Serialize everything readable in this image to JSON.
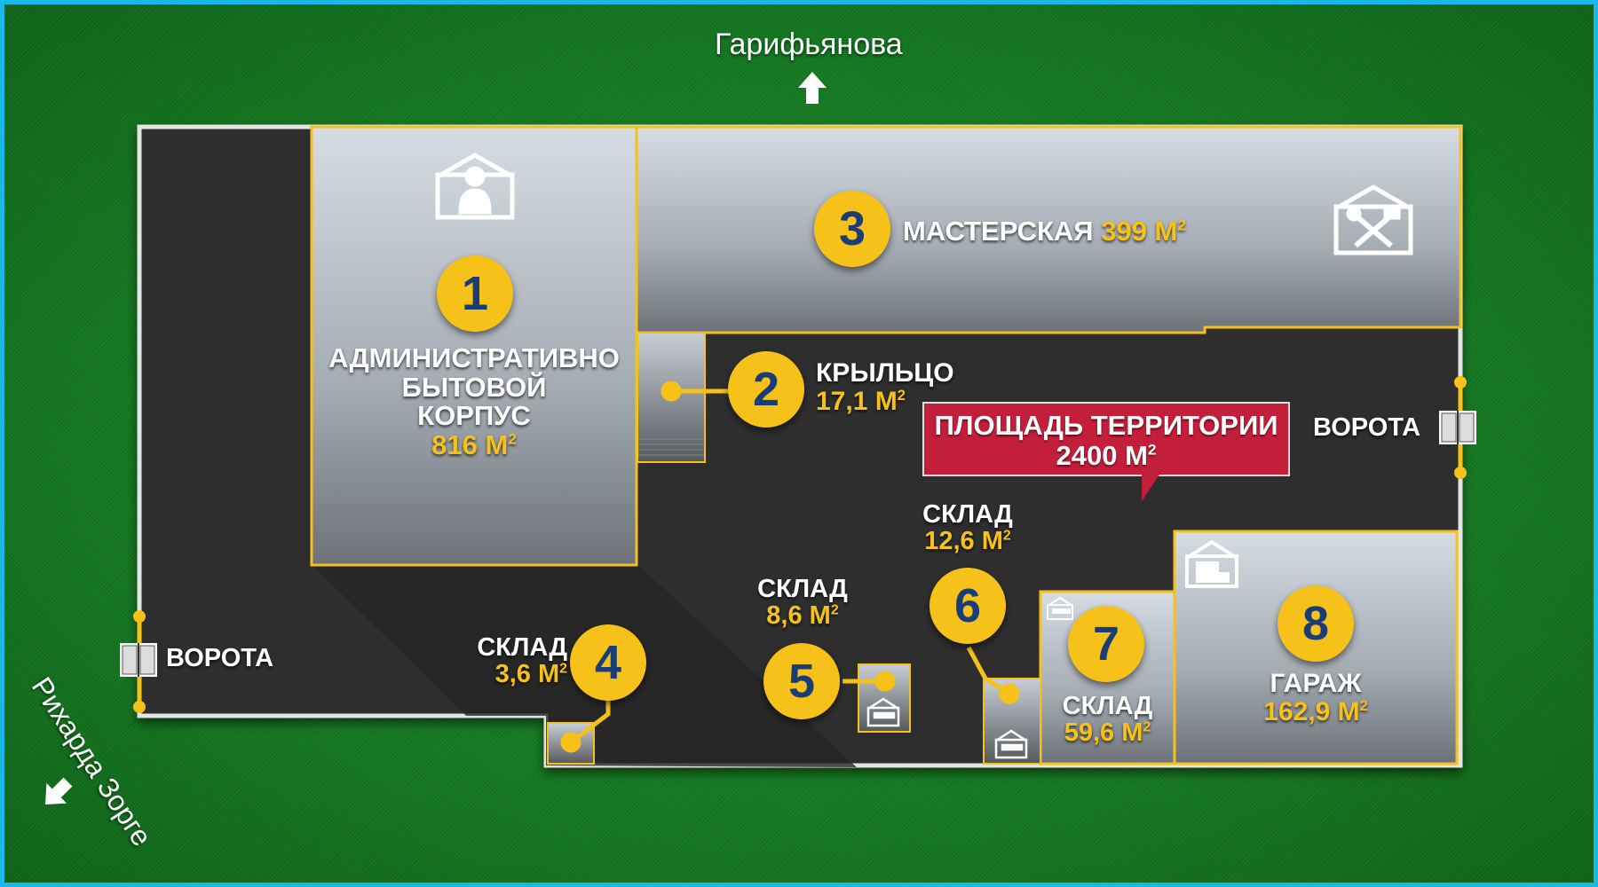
{
  "streets": {
    "top": "Гарифьянова",
    "bottom_left": "Рихарда Зорге"
  },
  "territory": {
    "title": "ПЛОЩАДЬ ТЕРРИТОРИИ",
    "area": "2400 М",
    "area_sup": "2"
  },
  "gates": {
    "left": "ВОРОТА",
    "right": "ВОРОТА"
  },
  "buildings": [
    {
      "number": "1",
      "name_lines": [
        "АДМИНИСТРАТИВНО",
        "БЫТОВОЙ",
        "КОРПУС"
      ],
      "area": "816 М",
      "area_sup": "2",
      "icon": "office-person-icon"
    },
    {
      "number": "2",
      "name_lines": [
        "КРЫЛЬЦО"
      ],
      "area": "17,1 М",
      "area_sup": "2"
    },
    {
      "number": "3",
      "name_lines": [
        "МАСТЕРСКАЯ"
      ],
      "area": "399 М",
      "area_sup": "2",
      "icon": "workshop-tools-icon"
    },
    {
      "number": "4",
      "name_lines": [
        "СКЛАД"
      ],
      "area": "3,6 М",
      "area_sup": "2"
    },
    {
      "number": "5",
      "name_lines": [
        "СКЛАД"
      ],
      "area": "8,6 М",
      "area_sup": "2",
      "icon": "warehouse-icon"
    },
    {
      "number": "6",
      "name_lines": [
        "СКЛАД"
      ],
      "area": "12,6 М",
      "area_sup": "2",
      "icon": "warehouse-icon"
    },
    {
      "number": "7",
      "name_lines": [
        "СКЛАД"
      ],
      "area": "59,6 М",
      "area_sup": "2",
      "icon": "warehouse-icon"
    },
    {
      "number": "8",
      "name_lines": [
        "ГАРАЖ"
      ],
      "area": "162,9 М",
      "area_sup": "2",
      "icon": "warehouse-icon"
    }
  ],
  "colors": {
    "grass": "#1f8a2a",
    "asphalt": "#2e2e2e",
    "accent_yellow": "#f6c21a",
    "number_blue": "#1a3d78",
    "banner_red": "#c41f3a",
    "frame_blue": "#18b8e8"
  }
}
